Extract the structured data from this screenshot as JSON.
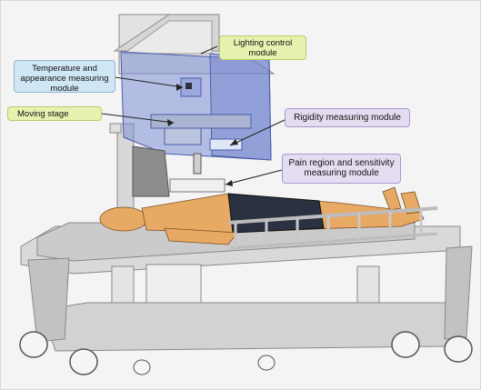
{
  "labels": {
    "lighting_line1": "Lighting control",
    "lighting_line2": "module",
    "temperature_line1": "Temperature and",
    "temperature_line2": "appearance measuring",
    "temperature_line3": "module",
    "moving_stage": "Moving stage",
    "rigidity": "Rigidity measuring module",
    "pain_line1": "Pain region and sensitivity",
    "pain_line2": "measuring module"
  },
  "colors": {
    "green_label": "#e6f3b0",
    "blue_label": "#cfe6f5",
    "purple_label": "#e4ddf2",
    "enclosure_blue": "#7d8fd6",
    "bed_gray": "#cdcdcd",
    "body_skin": "#e8a964",
    "shorts": "#2a3140"
  }
}
